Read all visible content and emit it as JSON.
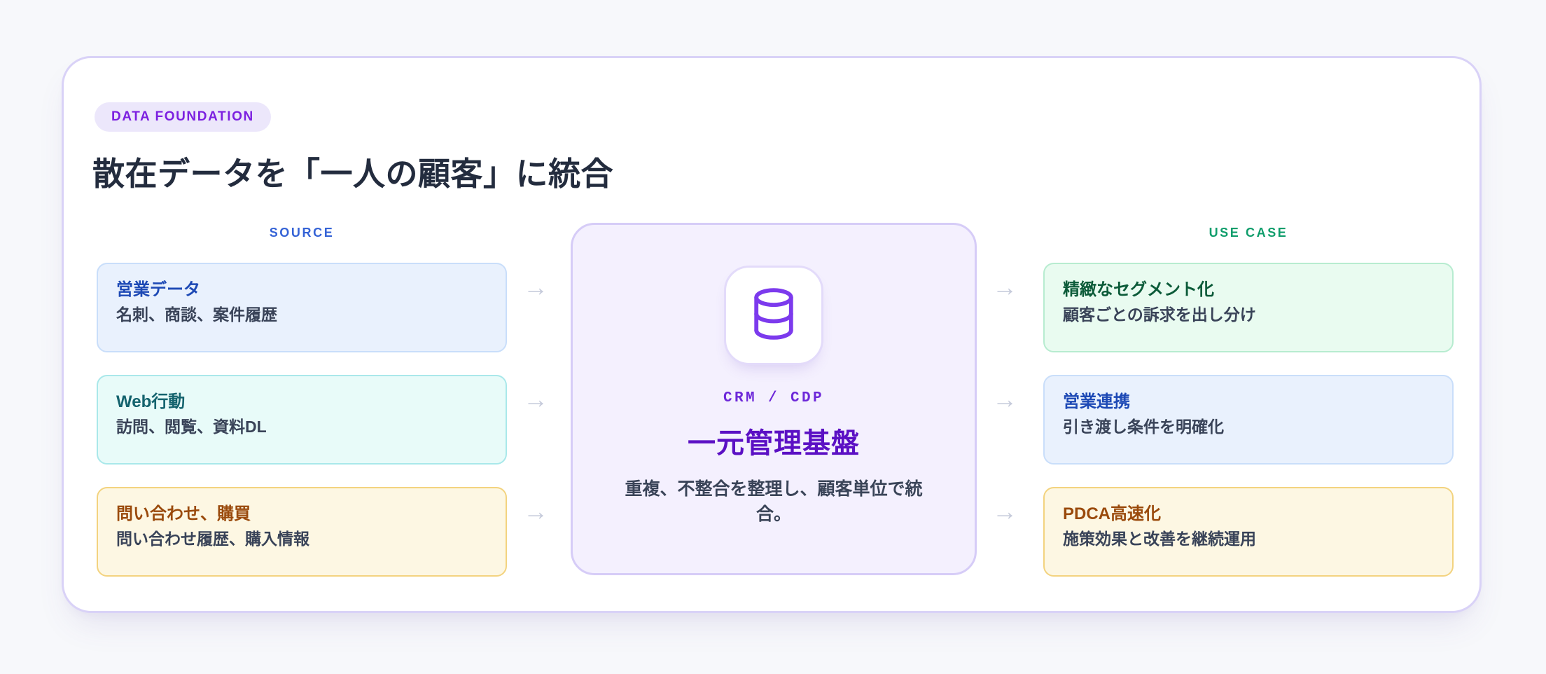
{
  "badge": {
    "label": "DATA FOUNDATION"
  },
  "title": "散在データを「一人の顧客」に統合",
  "columns": {
    "source_heading": "SOURCE",
    "usecase_heading": "USE CASE"
  },
  "sources": [
    {
      "title": "営業データ",
      "subtitle": "名刺、商談、案件履歴",
      "accent": "#1d49b5"
    },
    {
      "title": "Web行動",
      "subtitle": "訪問、閲覧、資料DL",
      "accent": "#14636e"
    },
    {
      "title": "問い合わせ、購買",
      "subtitle": "問い合わせ履歴、購入情報",
      "accent": "#9a4a0c"
    }
  ],
  "hub": {
    "icon": "database-icon",
    "kicker": "CRM / CDP",
    "title": "一元管理基盤",
    "description": "重複、不整合を整理し、顧客単位で統合。",
    "accent": "#5b10c4"
  },
  "use_cases": [
    {
      "title": "精緻なセグメント化",
      "subtitle": "顧客ごとの訴求を出し分け",
      "accent": "#0c5b39"
    },
    {
      "title": "営業連携",
      "subtitle": "引き渡し条件を明確化",
      "accent": "#1d49b5"
    },
    {
      "title": "PDCA高速化",
      "subtitle": "施策効果と改善を継続運用",
      "accent": "#9a4a0c"
    }
  ],
  "arrows": {
    "glyph": "→",
    "color": "#c6cbdb"
  },
  "colors": {
    "page_background": "#f7f8fb",
    "panel_background": "#ffffff",
    "panel_border": "#d9d2f7",
    "badge_background": "#ece7fb",
    "badge_text": "#7c20e0",
    "title_text": "#232c3e",
    "source_heading": "#3563d6",
    "usecase_heading": "#0f9d6b",
    "hub_background": "#f4f0fe",
    "hub_border": "#d6ccf7"
  }
}
